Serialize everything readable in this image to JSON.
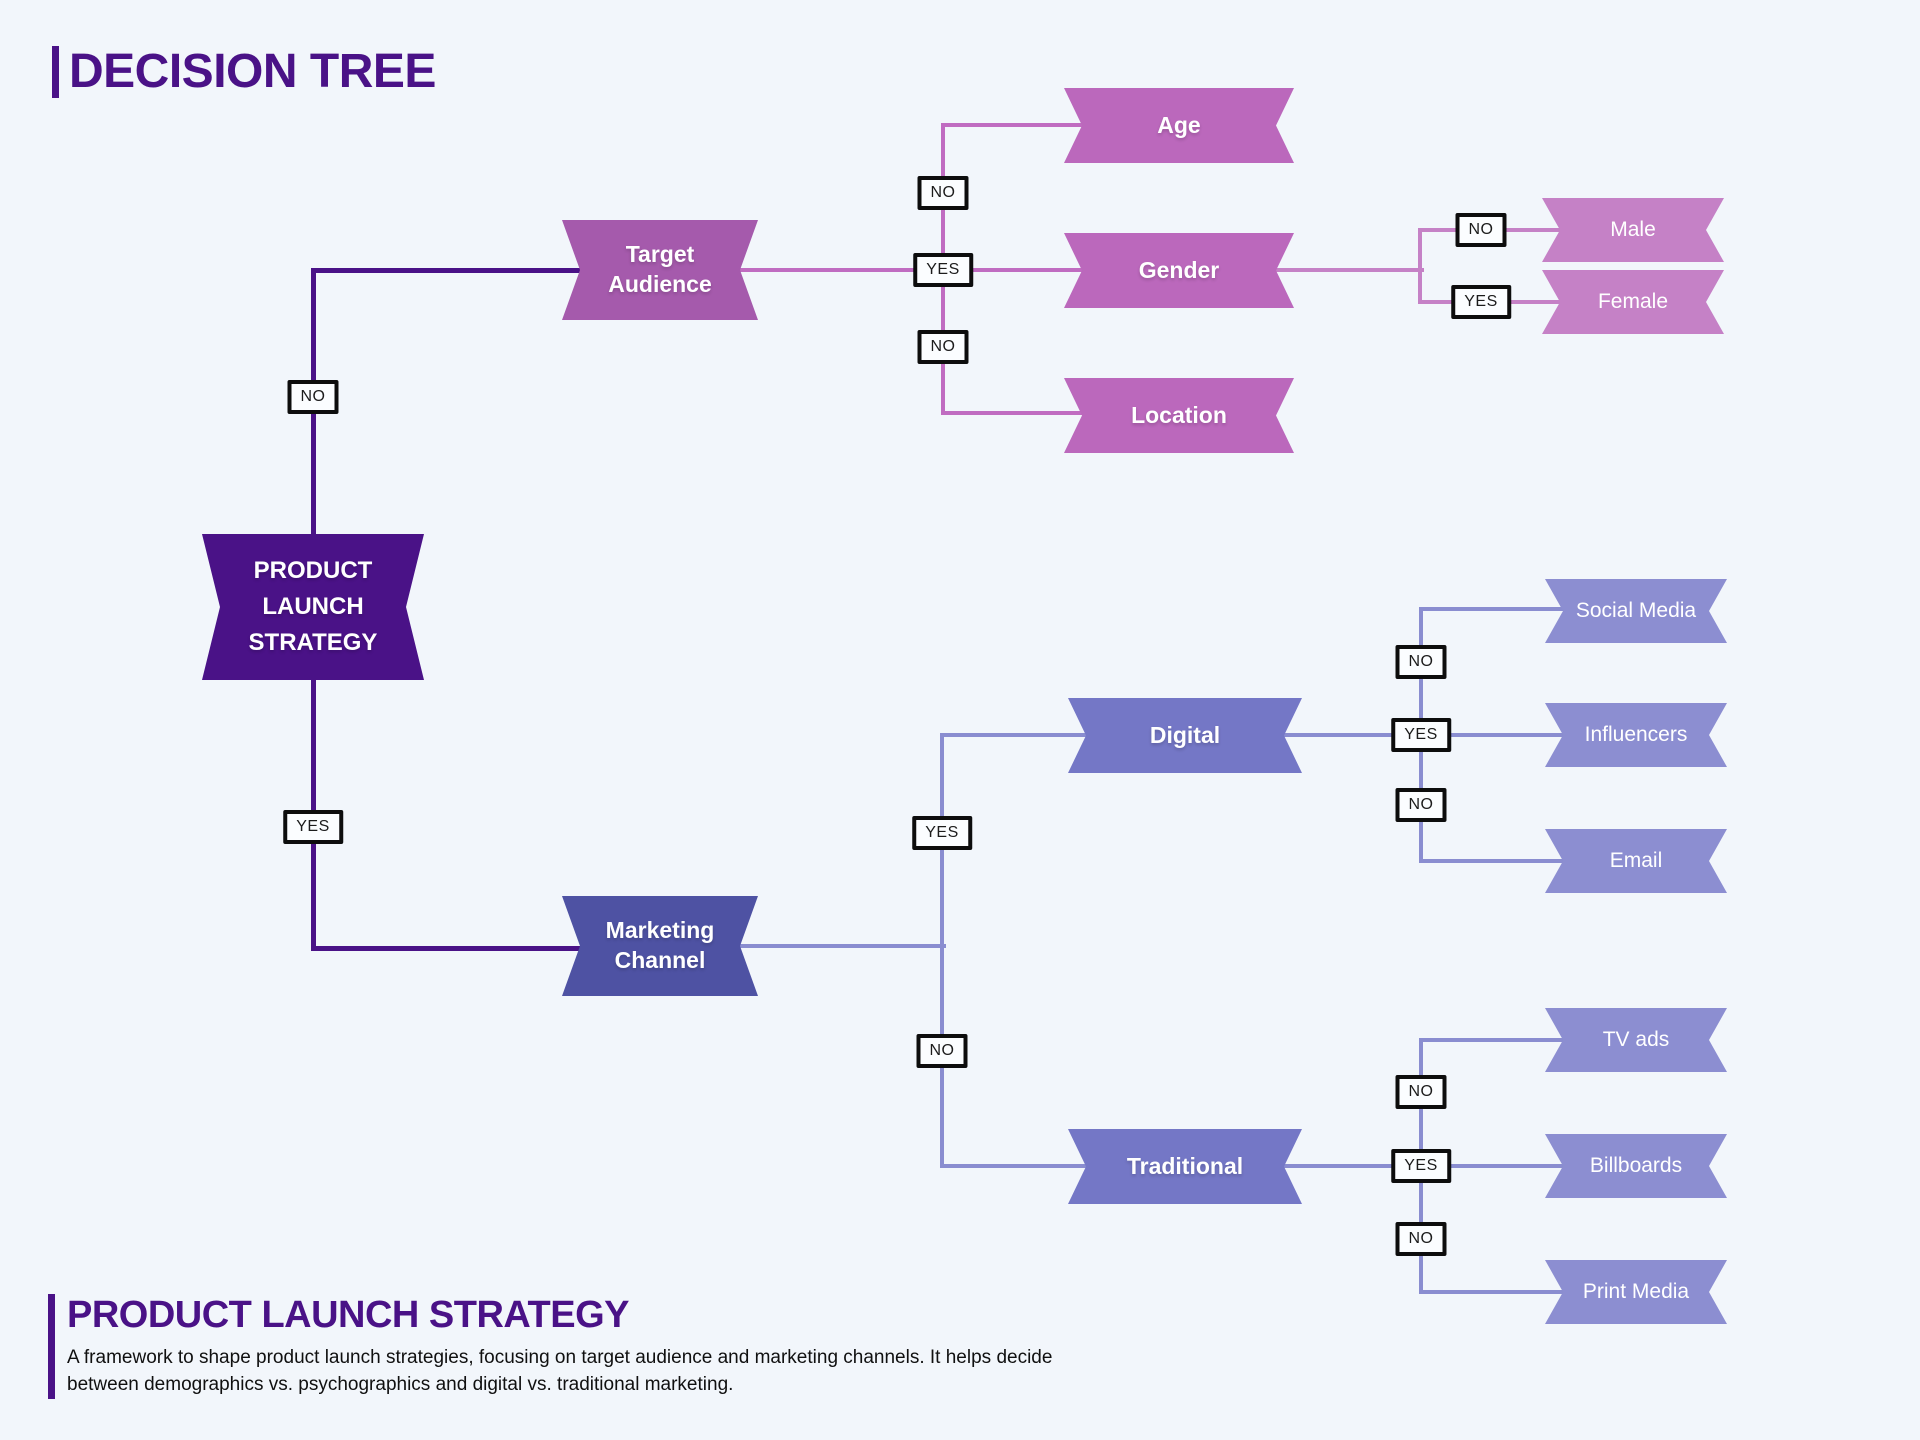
{
  "title": "DECISION TREE",
  "nodes": {
    "root": "PRODUCT LAUNCH STRATEGY",
    "target_audience": "Target Audience",
    "marketing_channel": "Marketing Channel",
    "age": "Age",
    "gender": "Gender",
    "location": "Location",
    "male": "Male",
    "female": "Female",
    "digital": "Digital",
    "traditional": "Traditional",
    "social_media": "Social Media",
    "influencers": "Influencers",
    "email": "Email",
    "tv_ads": "TV ads",
    "billboards": "Billboards",
    "print_media": "Print Media"
  },
  "edges": [
    {
      "from": "PRODUCT LAUNCH STRATEGY",
      "to": "Target Audience",
      "label": "NO"
    },
    {
      "from": "PRODUCT LAUNCH STRATEGY",
      "to": "Marketing Channel",
      "label": "YES"
    },
    {
      "from": "Target Audience",
      "to": "Age",
      "label": "NO"
    },
    {
      "from": "Target Audience",
      "to": "Gender",
      "label": "YES"
    },
    {
      "from": "Target Audience",
      "to": "Location",
      "label": "NO"
    },
    {
      "from": "Gender",
      "to": "Male",
      "label": "NO"
    },
    {
      "from": "Gender",
      "to": "Female",
      "label": "YES"
    },
    {
      "from": "Marketing Channel",
      "to": "Digital",
      "label": "YES"
    },
    {
      "from": "Marketing Channel",
      "to": "Traditional",
      "label": "NO"
    },
    {
      "from": "Digital",
      "to": "Social Media",
      "label": "NO"
    },
    {
      "from": "Digital",
      "to": "Influencers",
      "label": "YES"
    },
    {
      "from": "Digital",
      "to": "Email",
      "label": "NO"
    },
    {
      "from": "Traditional",
      "to": "TV ads",
      "label": "NO"
    },
    {
      "from": "Traditional",
      "to": "Billboards",
      "label": "YES"
    },
    {
      "from": "Traditional",
      "to": "Print Media",
      "label": "NO"
    }
  ],
  "colors": {
    "background": "#f2f6fb",
    "dark_purple": "#4a1287",
    "branch_orchid": "#a55aac",
    "mid_orchid": "#bb68bc",
    "leaf_orchid": "#c581c6",
    "branch_indigo": "#4e52a3",
    "mid_periwinkle": "#7477c6",
    "leaf_periwinkle": "#8c8ed1",
    "line_orchid": "#c06cc1",
    "line_periwinkle": "#8a8dd0",
    "label_box_bg": "#fbfdff",
    "label_box_border": "#0d0d0d"
  },
  "footer": {
    "heading": "PRODUCT LAUNCH STRATEGY",
    "description": "A framework to shape product launch strategies, focusing on target audience and marketing channels. It helps decide between demographics vs. psychographics and digital vs. traditional marketing."
  }
}
